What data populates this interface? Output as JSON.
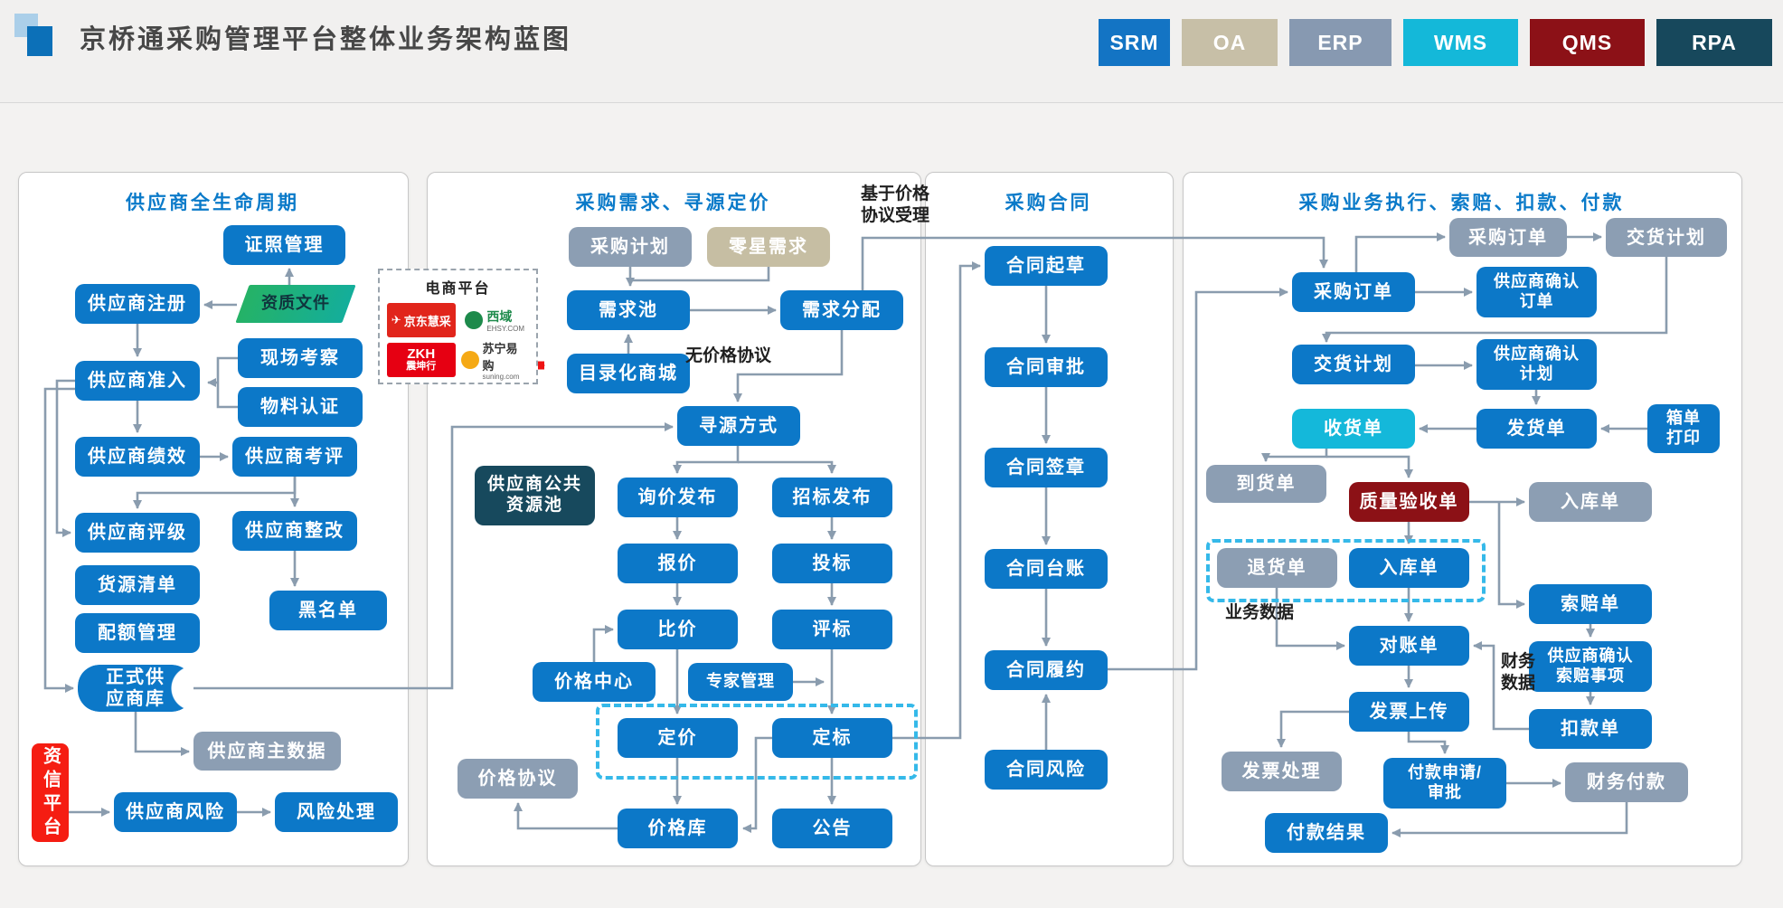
{
  "header": {
    "title": "京桥通采购管理平台整体业务架构蓝图",
    "legend": [
      {
        "label": "SRM",
        "color": "#1374c4"
      },
      {
        "label": "OA",
        "color": "#c7bfa7"
      },
      {
        "label": "ERP",
        "color": "#8799b1"
      },
      {
        "label": "WMS",
        "color": "#14b8d9"
      },
      {
        "label": "QMS",
        "color": "#8c1117"
      },
      {
        "label": "RPA",
        "color": "#17485c"
      }
    ]
  },
  "panels": {
    "p1": "供应商全生命周期",
    "p2": "采购需求、寻源定价",
    "p3": "采购合同",
    "p4": "采购业务执行、索赔、扣款、付款"
  },
  "p1": {
    "zzgl": "证照管理",
    "gyszc": "供应商注册",
    "zzwj": "资质文件",
    "xckc": "现场考察",
    "gyszr": "供应商准入",
    "wlrz": "物料认证",
    "gysjx": "供应商绩效",
    "gyskp": "供应商考评",
    "gyspj": "供应商评级",
    "gyszg": "供应商整改",
    "hyqd": "货源清单",
    "hmd": "黑名单",
    "peg": "配额管理",
    "zsgysk": "正式供\n应商库",
    "gyszsj": "供应商主数据",
    "zxpt": "资信平台",
    "gysfx": "供应商风险",
    "fxcl": "风险处理"
  },
  "p2": {
    "cgjh": "采购计划",
    "lxxq": "零星需求",
    "xqc": "需求池",
    "xqfp": "需求分配",
    "mlhsc": "目录化商城",
    "xyfs": "寻源方式",
    "ggzyc": "供应商公共\n资源池",
    "xjfb": "询价发布",
    "zbfb": "招标发布",
    "bj": "报价",
    "tb": "投标",
    "bij": "比价",
    "pb": "评标",
    "jgzx": "价格中心",
    "zjgl": "专家管理",
    "dj": "定价",
    "db": "定标",
    "jgxy": "价格协议",
    "jgk": "价格库",
    "gg": "公告"
  },
  "p3": {
    "htqc": "合同起草",
    "htsp": "合同审批",
    "htqz": "合同签章",
    "httz": "合同台账",
    "htly": "合同履约",
    "htfx": "合同风险"
  },
  "p4": {
    "cgddg": "采购订单",
    "jhjhg": "交货计划",
    "cgdd": "采购订单",
    "gysqrdd": "供应商确认\n订单",
    "jhjh": "交货计划",
    "gysqrjh": "供应商确认\n计划",
    "shd": "收货单",
    "fhd": "发货单",
    "xddy": "箱单\n打印",
    "dhd": "到货单",
    "zlysd": "质量验收单",
    "rkdg": "入库单",
    "thd": "退货单",
    "rkd": "入库单",
    "spd": "索赔单",
    "dzd": "对账单",
    "gysqrsp": "供应商确认\n索赔事项",
    "fpsc": "发票上传",
    "kkd": "扣款单",
    "fpcl": "发票处理",
    "fksq": "付款申请/\n审批",
    "cwfk": "财务付款",
    "fkjg": "付款结果"
  },
  "labels": {
    "no_price": "无价格协议",
    "price_based": "基于价格\n协议受理",
    "biz": "业务数据",
    "fin": "财务\n数据"
  },
  "ecom": {
    "title": "电商平台",
    "jd": "京东慧采",
    "ehsy": "西域",
    "ehsy_sub": "EHSY.COM",
    "zkh": "ZKH",
    "zkh_sub": "震坤行",
    "suning": "苏宁易购",
    "suning_sub": "suning.com"
  }
}
